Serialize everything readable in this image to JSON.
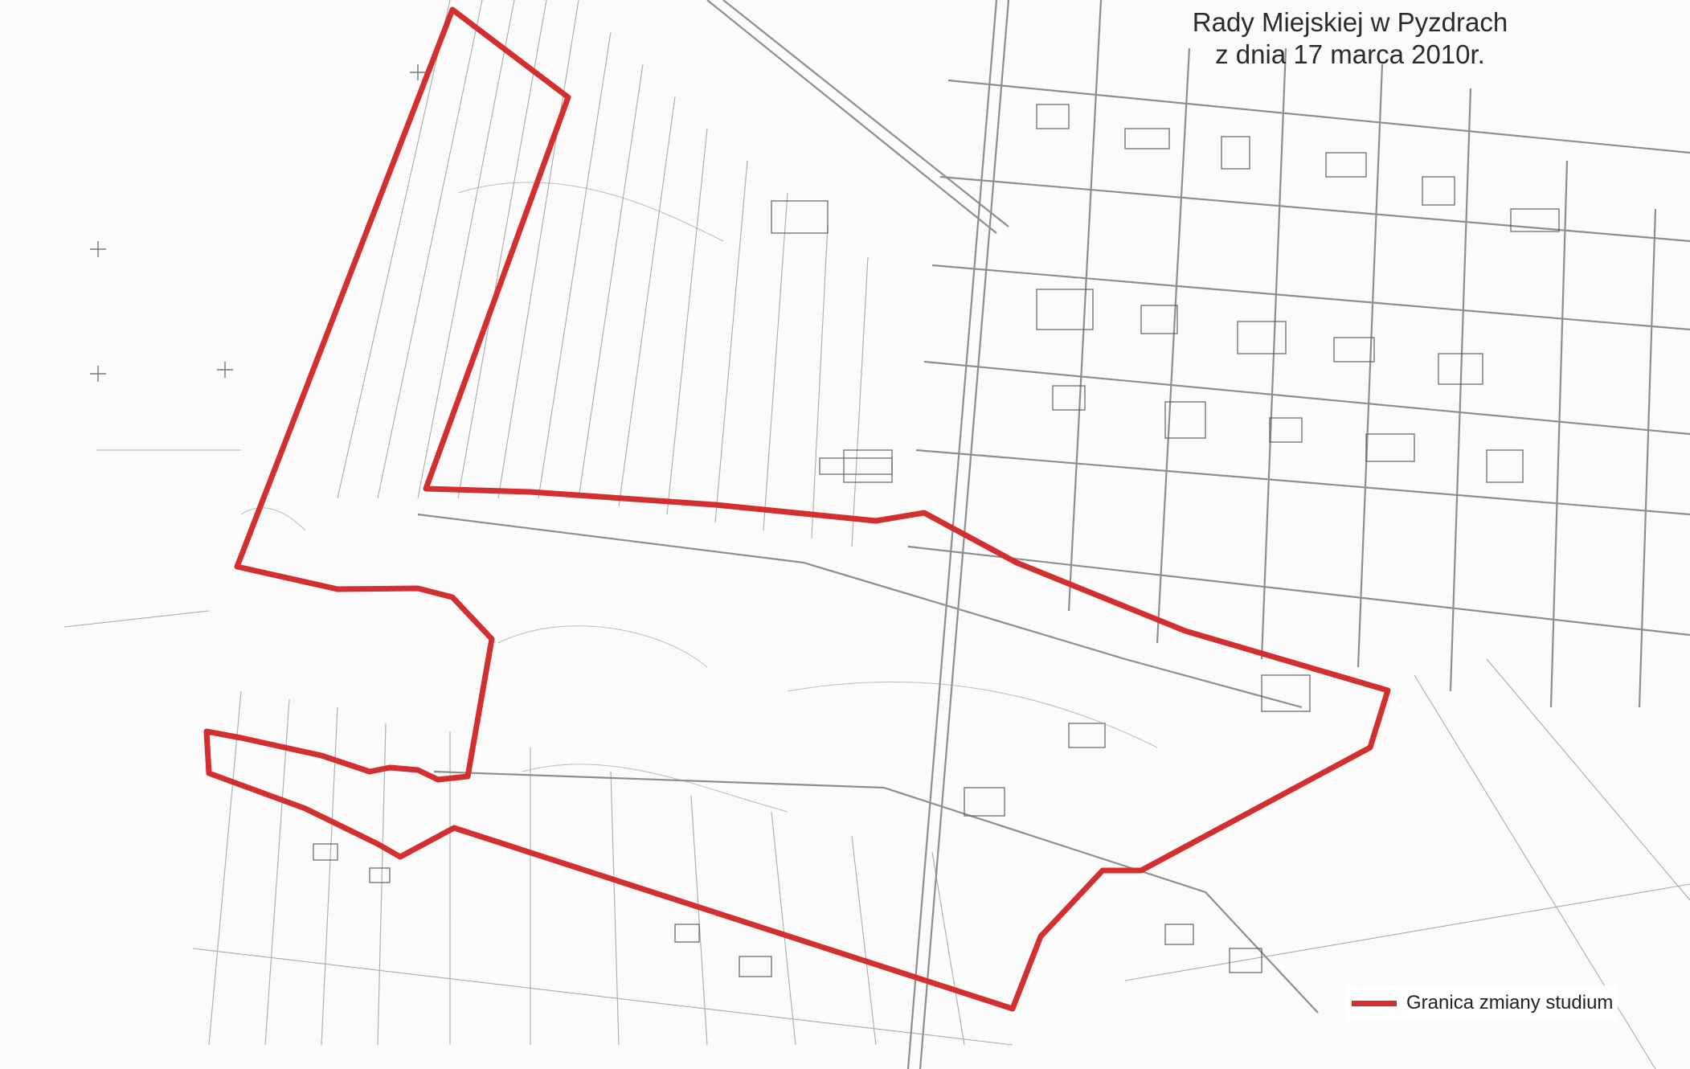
{
  "header": {
    "line1": "Rady Miejskiej w Pyzdrach",
    "line2": "z dnia 17 marca 2010r."
  },
  "legend": {
    "label": "Granica zmiany studium",
    "color": "#d32f2f"
  },
  "colors": {
    "boundary": "#d32f2f",
    "linework": "#555555",
    "background": "#fbfbfb"
  }
}
